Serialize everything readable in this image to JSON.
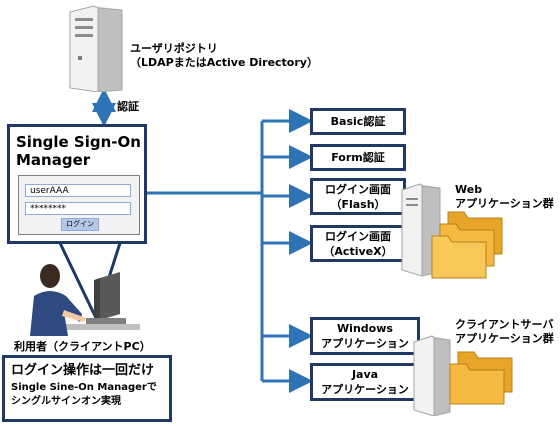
{
  "repository": {
    "label_line1": "ユーザリポジトリ",
    "label_line2": "（LDAPまたはActive Directory）"
  },
  "auth_label": "認証",
  "sso": {
    "title_line1": "Single Sign-On",
    "title_line2": "Manager",
    "username": "userAAA",
    "password": "********",
    "login_button": "ログイン"
  },
  "user_label": "利用者（クライアントPC）",
  "note": {
    "title": "ログイン操作は一回だけ",
    "line1": "Single Sine-On Managerで",
    "line2": "シングルサインオン実現"
  },
  "targets": [
    {
      "line1": "Basic認証",
      "line2": ""
    },
    {
      "line1": "Form認証",
      "line2": ""
    },
    {
      "line1": "ログイン画面",
      "line2": "（Flash）"
    },
    {
      "line1": "ログイン画面",
      "line2": "（ActiveX）"
    },
    {
      "line1": "Windows",
      "line2": "アプリケーション"
    },
    {
      "line1": "Java",
      "line2": "アプリケーション"
    }
  ],
  "groups": {
    "web_line1": "Web",
    "web_line2": "アプリケーション群",
    "cs_line1": "クライアントサーバ",
    "cs_line2": "アプリケーション群"
  },
  "colors": {
    "connector": "#2e74b5",
    "box_border": "#1f3864",
    "folder": "#f4b940"
  }
}
